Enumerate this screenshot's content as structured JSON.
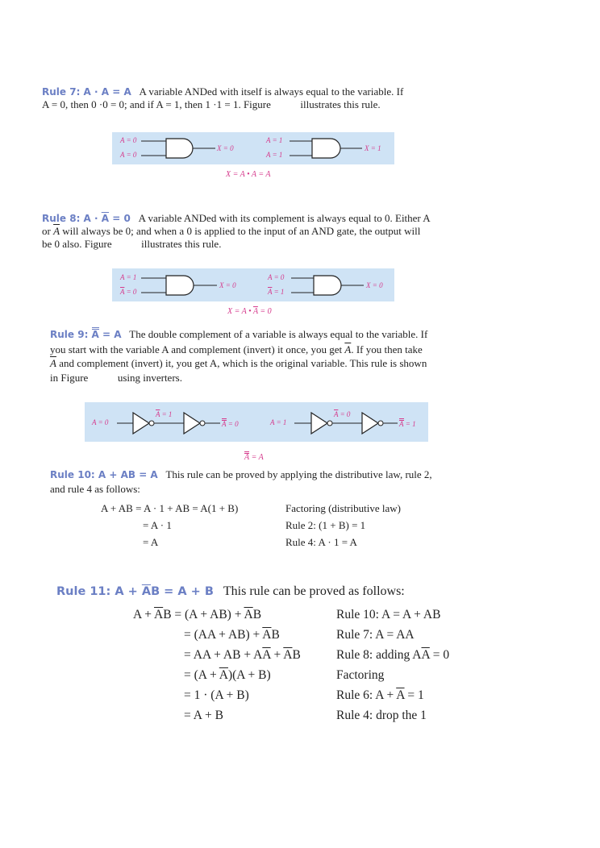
{
  "rule7": {
    "heading": "Rule 7: A · A = A",
    "text_line1": "A variable ANDed with itself is always equal to the variable. If",
    "text_line2": "A = 0, then 0 ·0 = 0; and if A = 1, then 1 ·1 = 1. Figure",
    "text_line2b": "illustrates this rule.",
    "gate1": {
      "in_a": "A = 0",
      "in_b": "A = 0",
      "out": "X = 0"
    },
    "gate2": {
      "in_a": "A = 1",
      "in_b": "A = 1",
      "out": "X = 1"
    },
    "caption": "X = A • A = A"
  },
  "rule8": {
    "heading_pre": "Rule 8: A · ",
    "heading_bar": "A",
    "heading_post": " = 0",
    "text_line1": "A variable ANDed with its complement is always equal to 0. Either A",
    "text_line2_pre": "or ",
    "text_line2_bar": "A",
    "text_line2_post": " will always be 0; and when a 0 is applied to the input of an AND gate, the output will",
    "text_line3": "be 0 also. Figure",
    "text_line3b": "illustrates this rule.",
    "gate1": {
      "in_a": "A = 1",
      "in_b_bar": "A",
      "in_b_post": " = 0",
      "out": "X = 0"
    },
    "gate2": {
      "in_a": "A = 0",
      "in_b_bar": "A",
      "in_b_post": " = 1",
      "out": "X = 0"
    },
    "caption_pre": "X = A • ",
    "caption_bar": "A",
    "caption_post": " = 0"
  },
  "rule9": {
    "heading_pre": "Rule 9: ",
    "heading_var": "A",
    "heading_post": " = A",
    "text_line1": "The double complement of a variable is always equal to the variable. If",
    "text_line2_pre": "you start with the variable A and complement (invert) it once, you get ",
    "text_line2_bar": "A",
    "text_line2_post": ". If you then take",
    "text_line3_bar": "A",
    "text_line3_post": " and complement (invert) it, you get A, which is the original variable. This rule is shown",
    "text_line4": "in Figure",
    "text_line4b": "using inverters.",
    "chain1": {
      "in": "A = 0",
      "mid_bar": "A",
      "mid_post": " = 1",
      "out_var": "A",
      "out_post": " = 0"
    },
    "chain2": {
      "in": "A = 1",
      "mid_bar": "A",
      "mid_post": " = 0",
      "out_var": "A",
      "out_post": " = 1"
    },
    "caption_var": "A",
    "caption_post": " = A"
  },
  "rule10": {
    "heading": "Rule 10: A + AB = A",
    "text_line1": "This rule can be proved by applying the distributive law, rule 2,",
    "text_line2": "and rule 4 as follows:",
    "steps": [
      {
        "expr": "A + AB = A · 1 + AB = A(1 + B)",
        "note": "Factoring (distributive law)"
      },
      {
        "expr": "= A · 1",
        "note": "Rule 2: (1 + B) = 1"
      },
      {
        "expr": "= A",
        "note": "Rule 4: A · 1 = A"
      }
    ]
  },
  "rule11": {
    "heading_pre": "Rule 11: A + ",
    "heading_bar": "A",
    "heading_post": "B = A + B",
    "text": "This rule can be proved as follows:",
    "steps": [
      {
        "expr_pre": "A + ",
        "expr_bar": "A",
        "expr_mid": "B = (A + AB) + ",
        "expr_bar2": "A",
        "expr_post": "B",
        "note": "Rule 10: A = A + AB"
      },
      {
        "expr_pre": "= (AA + AB) + ",
        "expr_bar": "A",
        "expr_post": "B",
        "note": "Rule 7: A = AA"
      },
      {
        "expr_pre": "= AA + AB + A",
        "expr_bar": "A",
        "expr_mid": " + ",
        "expr_bar2": "A",
        "expr_post": "B",
        "note_pre": "Rule 8: adding A",
        "note_bar": "A",
        "note_post": " = 0"
      },
      {
        "expr_pre": "= (A + ",
        "expr_bar": "A",
        "expr_post": ")(A + B)",
        "note": "Factoring"
      },
      {
        "expr_pre": "= 1 · (A + B)",
        "note_pre": "Rule 6: A + ",
        "note_bar": "A",
        "note_post": " = 1"
      },
      {
        "expr_pre": "= A + B",
        "note": "Rule 4: drop the 1"
      }
    ]
  },
  "colors": {
    "heading": "#6b7fc4",
    "figure_bg": "#cfe3f5",
    "label": "#d63a8c"
  }
}
